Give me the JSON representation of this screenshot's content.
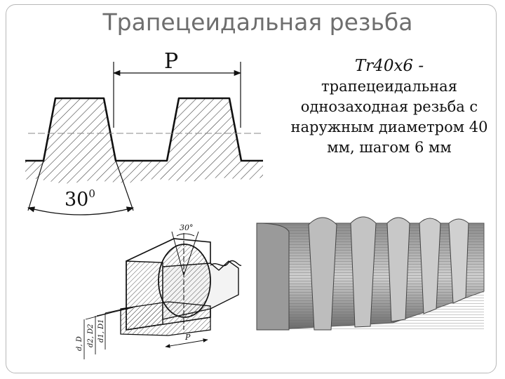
{
  "slide": {
    "title": "Трапецеидальная резьба",
    "designation": "Tr40x6 -",
    "description_line1": "трапецеидальная",
    "description_line2": "однозаходная резьба с",
    "description_line3": "наружным диаметром 40",
    "description_line4": "мм, шагом 6 мм"
  },
  "profile_diagram": {
    "pitch_label": "P",
    "angle_label": "30",
    "angle_degree_mark": "0"
  },
  "iso_diagram": {
    "angle_label": "30°",
    "pitch_label": "P",
    "dim_labels": [
      "d, D",
      "d2, D2",
      "d1, D1"
    ]
  }
}
